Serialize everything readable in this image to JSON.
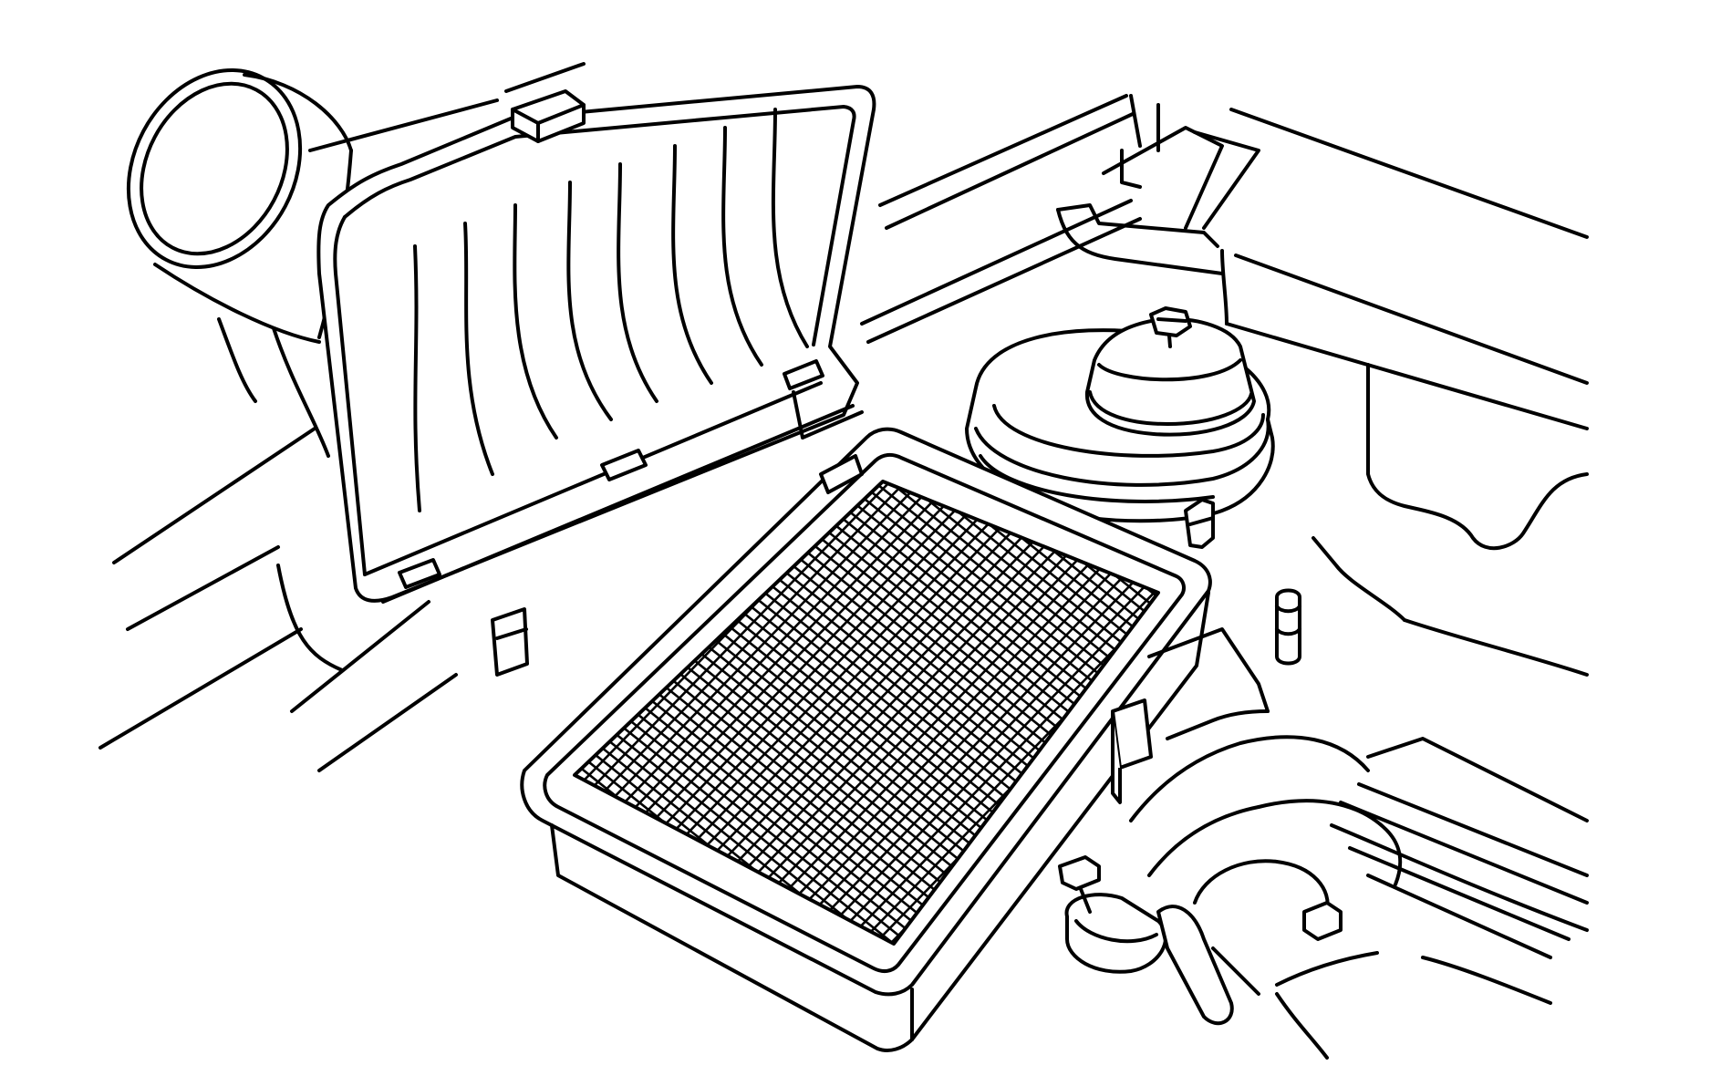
{
  "illustration": {
    "style": "black line drawing on white background",
    "stroke_color": "#000000",
    "background_color": "#ffffff",
    "components": [
      "air-cleaner-housing-cover",
      "air-inlet-duct",
      "air-filter-element",
      "air-filter-mesh",
      "cover-retaining-tabs",
      "housing-clips",
      "round-reservoir-cap",
      "hex-bolt-icon",
      "outlet-duct",
      "hose-clamp",
      "engine-cover",
      "fender-panel"
    ]
  }
}
